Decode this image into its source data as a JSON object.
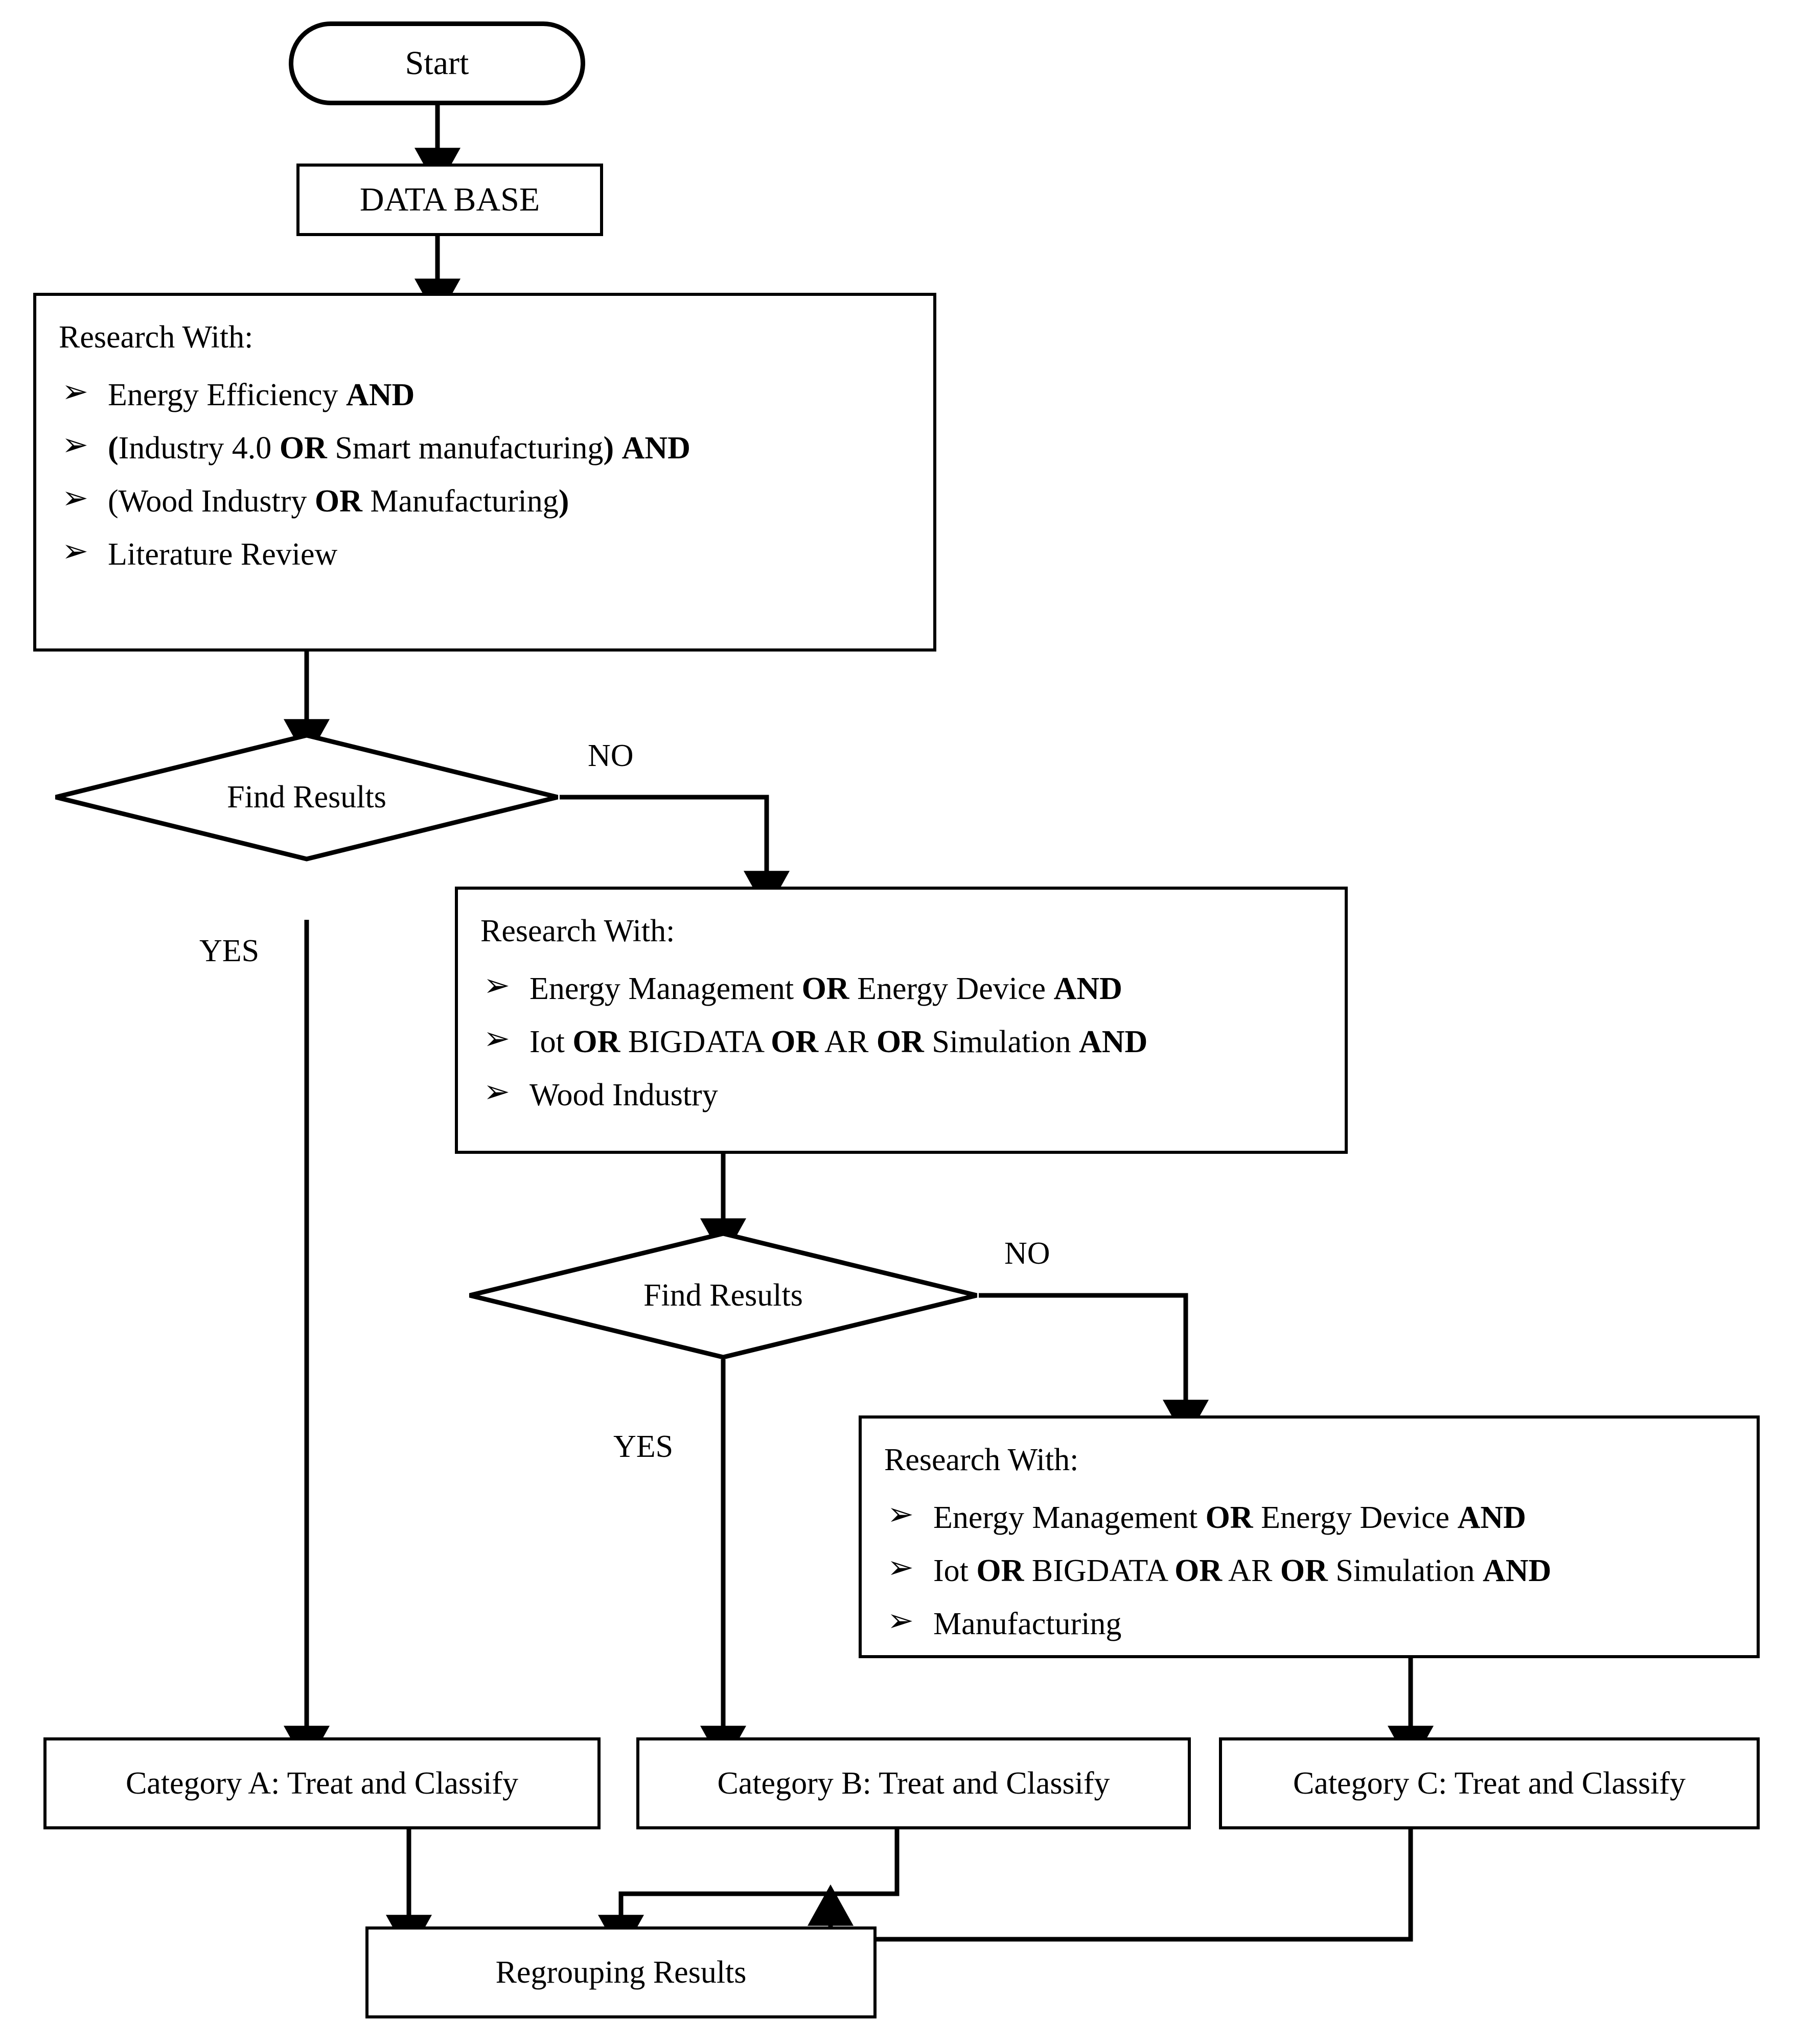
{
  "diagram": {
    "type": "flowchart",
    "title": "Literature research and classification flowchart",
    "nodes": {
      "start": {
        "label": "Start",
        "shape": "terminator"
      },
      "database": {
        "label": "DATA BASE",
        "shape": "process"
      },
      "research1": {
        "header": "Research With:",
        "bullet_glyph": "➢",
        "items": [
          [
            {
              "t": "Energy Efficiency ",
              "b": false
            },
            {
              "t": "AND",
              "b": true
            }
          ],
          [
            {
              "t": "(",
              "b": true
            },
            {
              "t": "Industry 4.0 ",
              "b": false
            },
            {
              "t": "OR",
              "b": true
            },
            {
              "t": " Smart manufacturing",
              "b": false
            },
            {
              "t": ")",
              "b": true
            },
            {
              "t": " ",
              "b": false
            },
            {
              "t": "AND",
              "b": true
            }
          ],
          [
            {
              "t": "(Wood Industry ",
              "b": false
            },
            {
              "t": "OR",
              "b": true
            },
            {
              "t": " Manufacturing",
              "b": false
            },
            {
              "t": ")",
              "b": true
            }
          ],
          [
            {
              "t": "Literature Review",
              "b": false
            }
          ]
        ]
      },
      "decision1": {
        "label": "Find Results",
        "shape": "decision",
        "yes_label": "YES",
        "no_label": "NO"
      },
      "research2": {
        "header": "Research With:",
        "bullet_glyph": "➢",
        "items": [
          [
            {
              "t": "Energy Management ",
              "b": false
            },
            {
              "t": "OR",
              "b": true
            },
            {
              "t": " Energy Device ",
              "b": false
            },
            {
              "t": "AND",
              "b": true
            }
          ],
          [
            {
              "t": "Iot ",
              "b": false
            },
            {
              "t": "OR",
              "b": true
            },
            {
              "t": " BIGDATA ",
              "b": false
            },
            {
              "t": "OR",
              "b": true
            },
            {
              "t": " AR ",
              "b": false
            },
            {
              "t": "OR",
              "b": true
            },
            {
              "t": " Simulation ",
              "b": false
            },
            {
              "t": "AND",
              "b": true
            }
          ],
          [
            {
              "t": "Wood Industry",
              "b": false
            }
          ]
        ]
      },
      "decision2": {
        "label": "Find Results",
        "shape": "decision",
        "yes_label": "YES",
        "no_label": "NO"
      },
      "research3": {
        "header": "Research With:",
        "bullet_glyph": "➢",
        "items": [
          [
            {
              "t": "Energy Management ",
              "b": false
            },
            {
              "t": "OR",
              "b": true
            },
            {
              "t": " Energy Device ",
              "b": false
            },
            {
              "t": "AND",
              "b": true
            }
          ],
          [
            {
              "t": "Iot ",
              "b": false
            },
            {
              "t": "OR",
              "b": true
            },
            {
              "t": " BIGDATA ",
              "b": false
            },
            {
              "t": "OR",
              "b": true
            },
            {
              "t": " AR ",
              "b": false
            },
            {
              "t": "OR",
              "b": true
            },
            {
              "t": " Simulation ",
              "b": false
            },
            {
              "t": "AND",
              "b": true
            }
          ],
          [
            {
              "t": "Manufacturing",
              "b": false
            }
          ]
        ]
      },
      "category_a": {
        "label": "Category A: Treat and Classify",
        "shape": "process"
      },
      "category_b": {
        "label": "Category B: Treat and Classify",
        "shape": "process"
      },
      "category_c": {
        "label": "Category C: Treat and Classify",
        "shape": "process"
      },
      "regrouping": {
        "label": "Regrouping Results",
        "shape": "process"
      }
    },
    "edge_labels": {
      "d1_no": "NO",
      "d1_yes": "YES",
      "d2_no": "NO",
      "d2_yes": "YES"
    },
    "colors": {
      "stroke": "#000000",
      "fill": "#ffffff",
      "text": "#000000"
    }
  }
}
